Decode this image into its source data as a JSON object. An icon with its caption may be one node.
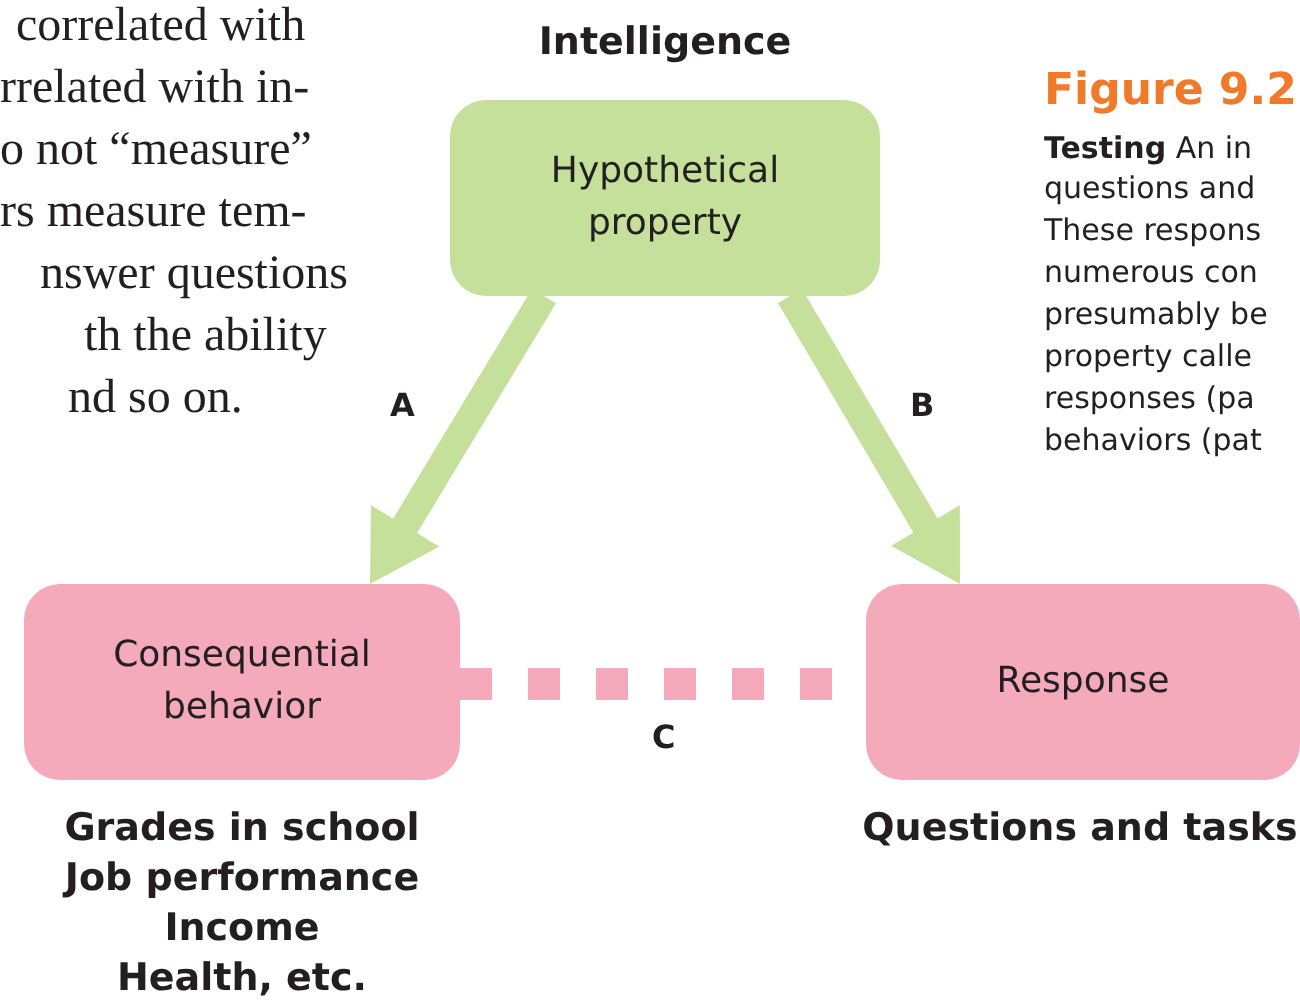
{
  "diagram": {
    "nodes": [
      {
        "text": [
          "Intelligence",
          "Hypothetical property"
        ]
      },
      {
        "text": [
          "Consequential behavior"
        ],
        "beside": [
          "Grades in school",
          "Job performance",
          "Income",
          "Health, etc."
        ]
      },
      {
        "text": [
          "Response"
        ],
        "beside": [
          "Questions and tasks"
        ]
      }
    ],
    "edges": [
      {
        "from": 0,
        "to": 1,
        "arrow": "to",
        "label": "A"
      },
      {
        "from": 0,
        "to": 2,
        "arrow": "to",
        "label": "B"
      },
      {
        "from": 1,
        "to": 2,
        "arrow": "none",
        "label": "C",
        "style": "dashed",
        "color": "#f5aabb"
      }
    ],
    "labels": [
      "correlated with",
      "rrelated with in-",
      "o not “measure”",
      "rs measure tem-",
      "nswer questions",
      "th the ability",
      "nd so on.",
      "Figure 9.2",
      "**Testing**  An in",
      "questions and",
      "These respons",
      "numerous con",
      "presumably be",
      "property calle",
      "responses (pa",
      "behaviors (pat"
    ]
  }
}
